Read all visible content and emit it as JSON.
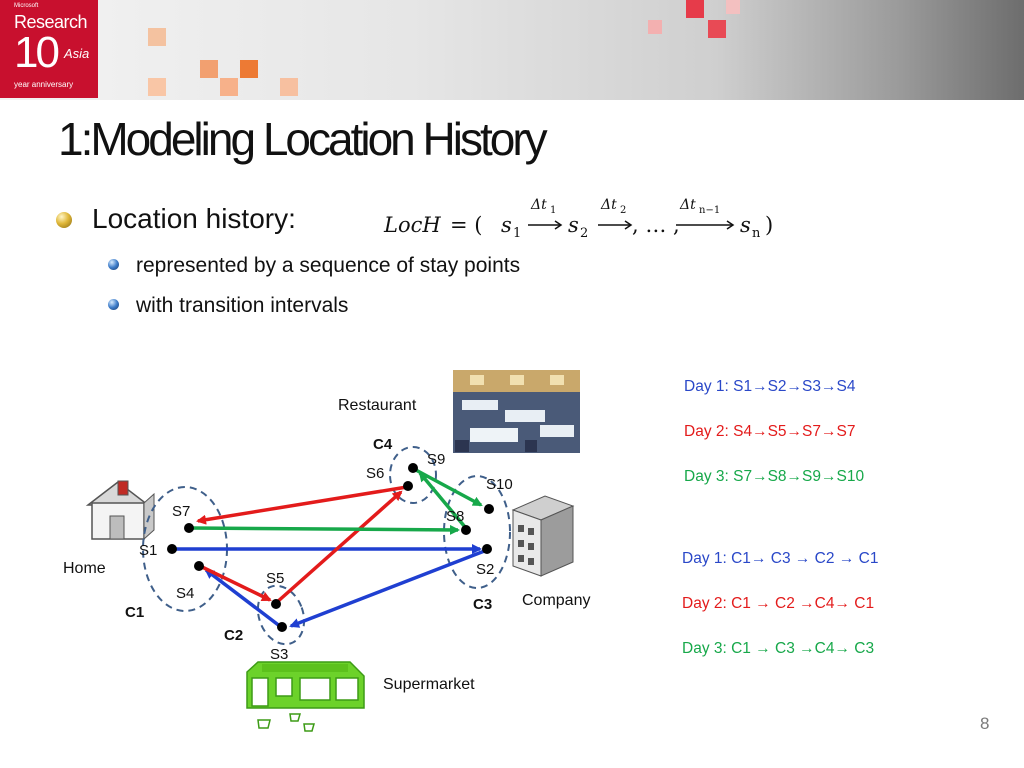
{
  "header": {
    "logo": {
      "brand": "Microsoft",
      "line1": "Research",
      "number": "10",
      "region": "Asia",
      "line3": "year anniversary"
    },
    "title": "1:Modeling Location History"
  },
  "bullets": {
    "main": "Location history:",
    "formula": {
      "lhs": "LocH",
      "s1": "s",
      "s1_sub": "1",
      "s2": "s",
      "s2_sub": "2",
      "sn": "s",
      "sn_sub": "n",
      "t1": "Δt",
      "t1_sub": "1",
      "t2": "Δt",
      "t2_sub": "2",
      "tn": "Δt",
      "tn_sub": "n−1",
      "ellipsis": ", … ,"
    },
    "sub1": "represented by a sequence of stay points",
    "sub2": "with transition intervals"
  },
  "diagram": {
    "places": {
      "restaurant": "Restaurant",
      "home": "Home",
      "company": "Company",
      "supermarket": "Supermarket"
    },
    "clusters": {
      "c1": "C1",
      "c2": "C2",
      "c3": "C3",
      "c4": "C4"
    },
    "points": {
      "s1": "S1",
      "s2": "S2",
      "s3": "S3",
      "s4": "S4",
      "s5": "S5",
      "s6": "S6",
      "s7": "S7",
      "s8": "S8",
      "s9": "S9",
      "s10": "S10"
    },
    "colors": {
      "day1": "#1f3fd1",
      "day2": "#e31b1b",
      "day3": "#17a84a"
    }
  },
  "sequences": {
    "stay_points": [
      {
        "label": "Day 1: ",
        "parts": [
          "S1",
          "S2",
          "S3",
          "S4"
        ],
        "color": "#2a48c8"
      },
      {
        "label": "Day 2: ",
        "parts": [
          "S4",
          "S5",
          "S7",
          "S7"
        ],
        "color": "#e31b1b"
      },
      {
        "label": "Day 3: ",
        "parts": [
          "S7",
          "S8",
          "S9",
          "S10"
        ],
        "color": "#17a84a"
      }
    ],
    "clusters": [
      {
        "label": "Day 1: ",
        "parts": [
          "C1",
          " C3 ",
          " C2 ",
          " C1"
        ],
        "color": "#2a48c8"
      },
      {
        "label": "Day 2: ",
        "parts": [
          "C1 ",
          " C2 ",
          "C4",
          " C1"
        ],
        "color": "#e31b1b"
      },
      {
        "label": "Day 3: ",
        "parts": [
          "C1 ",
          " C3 ",
          "C4",
          " C3"
        ],
        "color": "#17a84a"
      }
    ],
    "arrow_glyph": "→"
  },
  "page_number": "8"
}
